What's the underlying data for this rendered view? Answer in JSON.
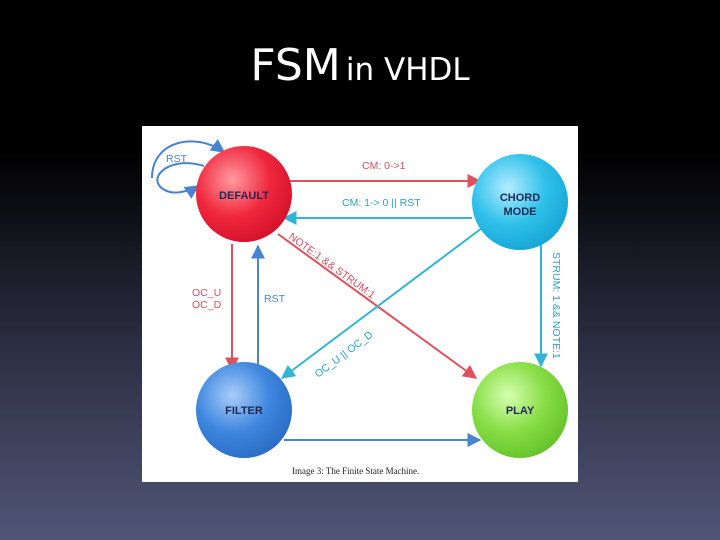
{
  "slide": {
    "title_main": "FSM",
    "title_sub": "in VHDL"
  },
  "diagram": {
    "states": {
      "default": "DEFAULT",
      "chord_mode_line1": "CHORD",
      "chord_mode_line2": "MODE",
      "filter": "FILTER",
      "play": "PLAY"
    },
    "transitions": {
      "rst_self": "RST",
      "cm_0_to_1": "CM: 0->1",
      "cm_1_to_0": "CM: 1-> 0 || RST",
      "note_strum": "NOTE:1 && STRUM:1",
      "oc_u": "OC_U",
      "oc_d": "OC_D",
      "rst_filter": "RST",
      "oc_u_or_oc_d": "OC_U || OC_D",
      "strum_note": "STRUM: 1 && NOTE:1"
    },
    "caption": "Image 3: The Finite State Machine.",
    "colors": {
      "default_state": "#f0283e",
      "chord_state": "#2fc1ea",
      "filter_state": "#3e86de",
      "play_state": "#86dd44",
      "red_arrow": "#e0505c",
      "cyan_arrow": "#33b4d6",
      "blue_arrow": "#4a84cf"
    }
  }
}
